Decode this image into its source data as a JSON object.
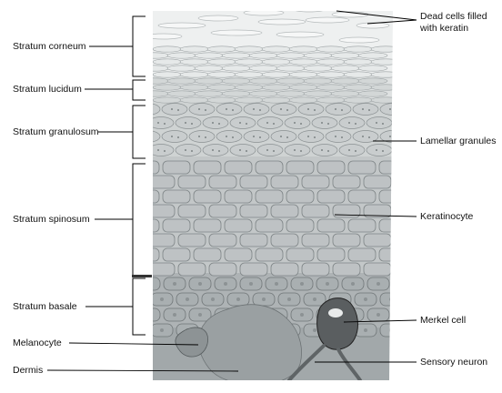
{
  "labels": {
    "left": {
      "stratum_corneum": "Stratum corneum",
      "stratum_lucidum": "Stratum lucidum",
      "stratum_granulosum": "Stratum granulosum",
      "stratum_spinosum": "Stratum spinosum",
      "stratum_basale": "Stratum basale",
      "melanocyte": "Melanocyte",
      "dermis": "Dermis"
    },
    "right": {
      "dead_cells": "Dead cells filled\nwith keratin",
      "lamellar_granules": "Lamellar granules",
      "keratinocyte": "Keratinocyte",
      "merkel_cell": "Merkel cell",
      "sensory_neuron": "Sensory neuron"
    }
  },
  "colors": {
    "corneum": "#eef0f0",
    "lucidum": "#dfe2e2",
    "granulosum": "#cfd3d3",
    "spinosum": "#c3c7c8",
    "basale": "#aeb3b5",
    "dermis": "#a2a8aa",
    "merkel": "#5a5e60",
    "line": "#000000"
  }
}
